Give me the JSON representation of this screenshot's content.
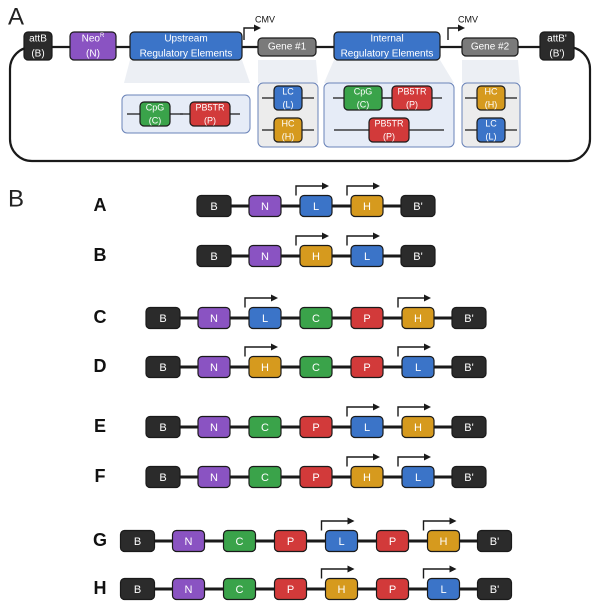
{
  "panel_a": {
    "label": "A",
    "modules": {
      "attB": [
        "attB",
        "(B)"
      ],
      "neo": [
        "Neo",
        "R",
        "(N)"
      ],
      "upstream": [
        "Upstream",
        "Regulatory Elements"
      ],
      "gene1": "Gene #1",
      "internal": [
        "Internal",
        "Regulatory Elements"
      ],
      "gene2": "Gene #2",
      "attBp": [
        "attB'",
        "(B')"
      ]
    },
    "promoter_labels": [
      "CMV",
      "CMV"
    ],
    "details": {
      "upstream": [
        {
          "name": "CpG",
          "code": "(C)",
          "color": "green"
        },
        {
          "name": "PB5TR",
          "code": "(P)",
          "color": "red"
        }
      ],
      "gene1": [
        {
          "name": "LC",
          "code": "(L)",
          "color": "blue"
        },
        {
          "name": "HC",
          "code": "(H)",
          "color": "gold"
        }
      ],
      "internal": [
        {
          "name": "CpG",
          "code": "(C)",
          "color": "green"
        },
        {
          "name": "PB5TR",
          "code": "(P)",
          "color": "red"
        },
        {
          "name": "PB5TR",
          "code": "(P)",
          "color": "red"
        }
      ],
      "gene2": [
        {
          "name": "HC",
          "code": "(H)",
          "color": "gold"
        },
        {
          "name": "LC",
          "code": "(L)",
          "color": "blue"
        }
      ]
    }
  },
  "panel_b": {
    "label": "B",
    "constructs": [
      {
        "label": "A",
        "elements": [
          "B",
          "N",
          "L",
          "H",
          "B'"
        ]
      },
      {
        "label": "B",
        "elements": [
          "B",
          "N",
          "H",
          "L",
          "B'"
        ]
      },
      {
        "label": "C",
        "elements": [
          "B",
          "N",
          "L",
          "C",
          "P",
          "H",
          "B'"
        ]
      },
      {
        "label": "D",
        "elements": [
          "B",
          "N",
          "H",
          "C",
          "P",
          "L",
          "B'"
        ]
      },
      {
        "label": "E",
        "elements": [
          "B",
          "N",
          "C",
          "P",
          "L",
          "H",
          "B'"
        ]
      },
      {
        "label": "F",
        "elements": [
          "B",
          "N",
          "C",
          "P",
          "H",
          "L",
          "B'"
        ]
      },
      {
        "label": "G",
        "elements": [
          "B",
          "N",
          "C",
          "P",
          "L",
          "P",
          "H",
          "B'"
        ]
      },
      {
        "label": "H",
        "elements": [
          "B",
          "N",
          "C",
          "P",
          "H",
          "P",
          "L",
          "B'"
        ]
      }
    ]
  },
  "colors": {
    "B": "#2b2b2b",
    "B'": "#2b2b2b",
    "N": "#8a53c2",
    "L": "#3b74c8",
    "H": "#d69a1e",
    "C": "#3aa34a",
    "P": "#d23a3a",
    "gray": "#7a7a7a",
    "green": "#3aa34a",
    "red": "#d23a3a",
    "blue": "#3b74c8",
    "gold": "#d69a1e",
    "panel_bg": "#e6ecf7",
    "detail_bg": "#ececec"
  }
}
